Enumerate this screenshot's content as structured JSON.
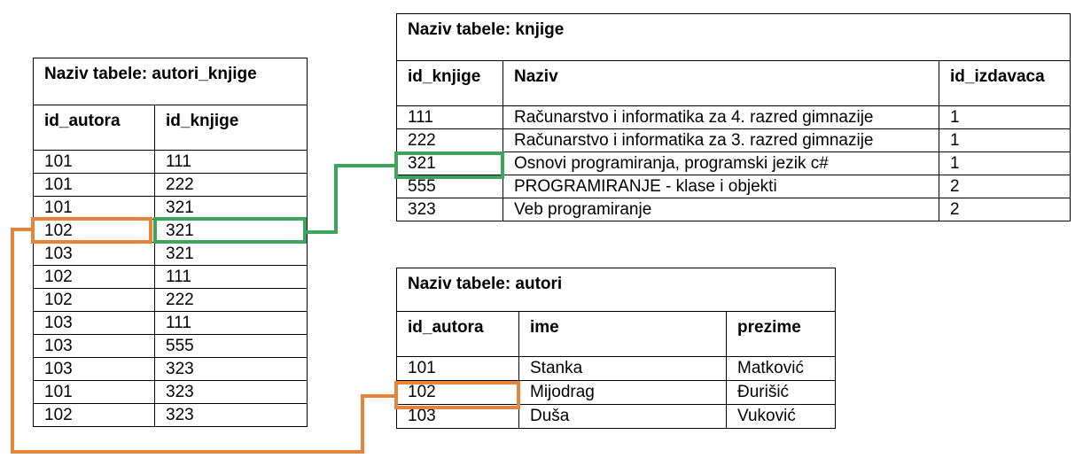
{
  "autori_knjige": {
    "title": "Naziv tabele: autori_knjige",
    "headers": [
      "id_autora",
      "id_knjige"
    ],
    "rows": [
      [
        "101",
        "111"
      ],
      [
        "101",
        "222"
      ],
      [
        "101",
        "321"
      ],
      [
        "102",
        "321"
      ],
      [
        "103",
        "321"
      ],
      [
        "102",
        "111"
      ],
      [
        "102",
        "222"
      ],
      [
        "103",
        "111"
      ],
      [
        "103",
        "555"
      ],
      [
        "103",
        "323"
      ],
      [
        "101",
        "323"
      ],
      [
        "102",
        "323"
      ]
    ]
  },
  "knjige": {
    "title": "Naziv tabele: knjige",
    "headers": [
      "id_knjige",
      "Naziv",
      "id_izdavaca"
    ],
    "rows": [
      [
        "111",
        "Računarstvo i informatika za 4. razred gimnazije",
        "1"
      ],
      [
        "222",
        "Računarstvo i informatika za 3. razred gimnazije",
        "1"
      ],
      [
        "321",
        "Osnovi programiranja, programski jezik c#",
        "1"
      ],
      [
        "555",
        "PROGRAMIRANJE - klase i objekti",
        "2"
      ],
      [
        "323",
        "Veb programiranje",
        "2"
      ]
    ]
  },
  "autori": {
    "title": "Naziv tabele: autori",
    "headers": [
      "id_autora",
      "ime",
      "prezime"
    ],
    "rows": [
      [
        "101",
        "Stanka",
        "Matković"
      ],
      [
        "102",
        "Mijodrag",
        "Đurišić"
      ],
      [
        "103",
        "Duša",
        "Vuković"
      ]
    ]
  },
  "colors": {
    "book_link": "#3ba55c",
    "author_link": "#e6843a"
  }
}
